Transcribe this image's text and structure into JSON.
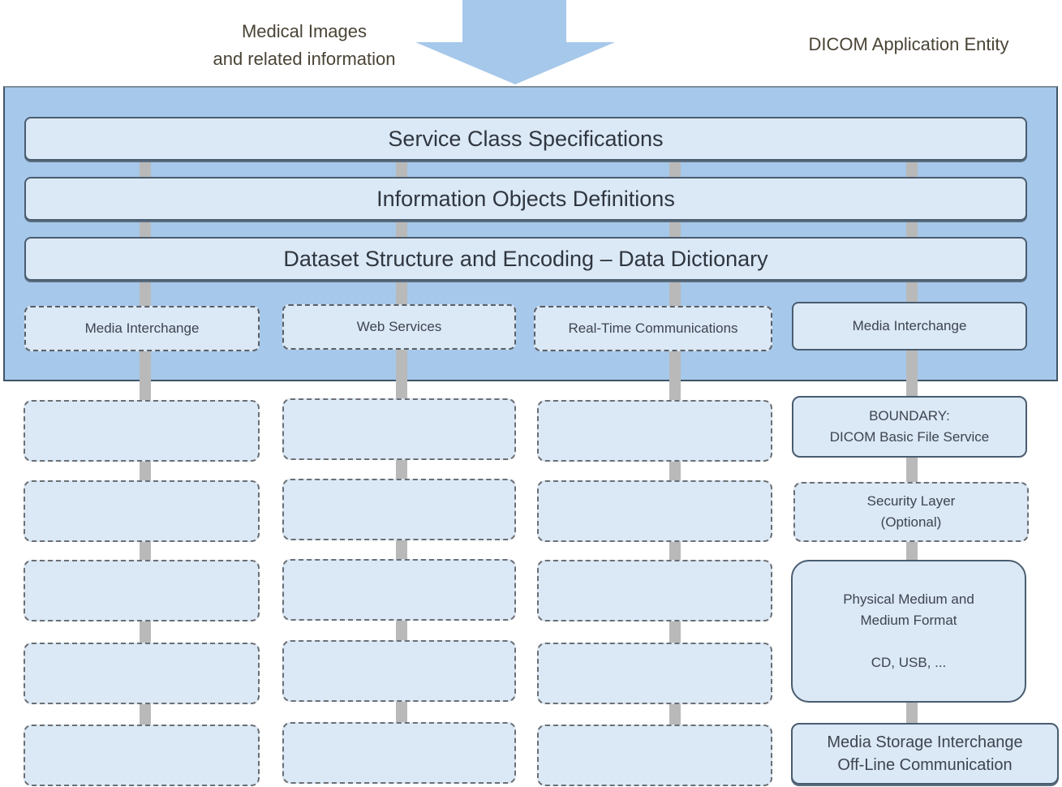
{
  "header": {
    "input_label_line1": "Medical Images",
    "input_label_line2": "and related information",
    "entity_label": "DICOM Application Entity"
  },
  "colors": {
    "arrow": "#a6c8ea",
    "entity_bg": "#a6c8ea",
    "box_bg": "#dbe8f5",
    "connector": "#b9b9b9",
    "border": "#4a5d70"
  },
  "layers": [
    "Service Class Specifications",
    "Information Objects Definitions",
    "Dataset Structure and Encoding – Data Dictionary"
  ],
  "protocols": [
    {
      "label": "Media Interchange",
      "style": "dashed"
    },
    {
      "label": "Web Services",
      "style": "dashed"
    },
    {
      "label": "Real-Time Communications",
      "style": "dashed"
    },
    {
      "label": "Media Interchange",
      "style": "solid"
    }
  ],
  "media_stack": {
    "boundary_line1": "BOUNDARY:",
    "boundary_line2": "DICOM Basic File Service",
    "security_line1": "Security Layer",
    "security_line2": "(Optional)",
    "physical_line1": "Physical Medium and",
    "physical_line2": "Medium Format",
    "physical_line3": "CD, USB, ...",
    "storage_line1": "Media Storage Interchange",
    "storage_line2": "Off-Line Communication"
  }
}
